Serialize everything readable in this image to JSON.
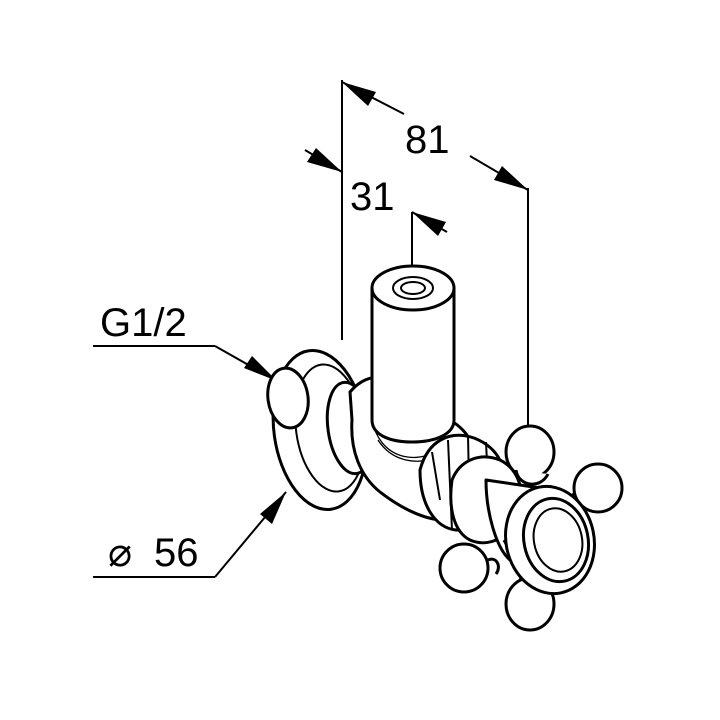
{
  "dimensions": {
    "width_81": "81",
    "offset_31": "31",
    "thread": "G1/2",
    "diameter_symbol": "⌀",
    "diameter_value": "56"
  },
  "colors": {
    "line": "#000000",
    "background": "#ffffff"
  }
}
